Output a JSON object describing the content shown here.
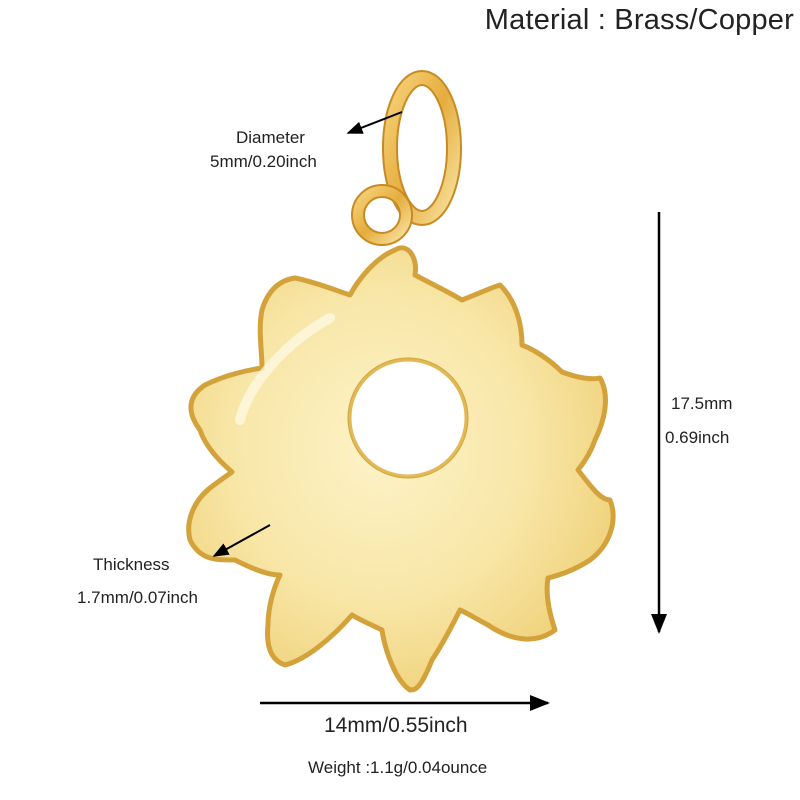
{
  "title": "Material : Brass/Copper",
  "product": {
    "name": "sun-charm-pendant",
    "colors": {
      "gold_light": "#fbeeb8",
      "gold_mid": "#f3d98a",
      "gold_edge": "#d9a93e",
      "gold_dark": "#c08a22",
      "ring_gold": "#e9b54a"
    }
  },
  "callouts": {
    "diameter": {
      "label": "Diameter",
      "value": "5mm/0.20inch"
    },
    "thickness": {
      "label": "Thickness",
      "value": "1.7mm/0.07inch"
    },
    "height": {
      "mm": "17.5mm",
      "inch": "0.69inch"
    },
    "width": {
      "value": "14mm/0.55inch"
    },
    "weight": {
      "value": "Weight :1.1g/0.04ounce"
    }
  },
  "arrow_color": "#000000"
}
